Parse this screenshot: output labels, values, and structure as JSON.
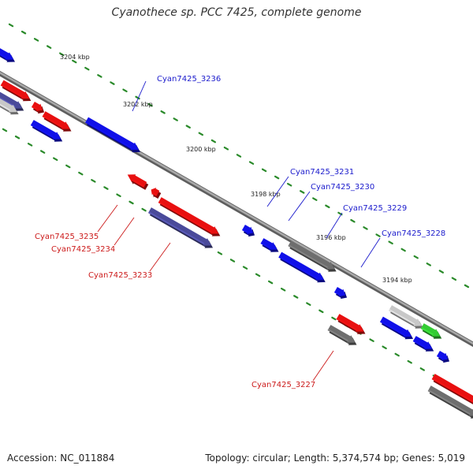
{
  "title": "Cyanothece sp. PCC 7425, complete genome",
  "footer": {
    "accession": "Accession: NC_011884",
    "summary": "Topology: circular; Length: 5,374,574 bp; Genes: 5,019"
  },
  "colors": {
    "backbone": "#888888",
    "tick": "#2a8a2a",
    "forward_label": "#1a1acc",
    "reverse_label": "#cc1a1a",
    "gene_red": "#e81010",
    "gene_blue": "#1010e8",
    "gene_gray": "#6e6e6e",
    "gene_lightgray": "#c8c8c8",
    "gene_purple": "#4a4a9a",
    "gene_green": "#33cc33"
  },
  "tick_labels": [
    "3204 kbp",
    "3202 kbp",
    "3200 kbp",
    "3198 kbp",
    "3196 kbp",
    "3194 kbp"
  ],
  "forward_genes": [
    "Cyan7425_3236",
    "Cyan7425_3231",
    "Cyan7425_3230",
    "Cyan7425_3229",
    "Cyan7425_3228"
  ],
  "reverse_genes": [
    "Cyan7425_3235",
    "Cyan7425_3234",
    "Cyan7425_3233",
    "Cyan7425_3227"
  ]
}
